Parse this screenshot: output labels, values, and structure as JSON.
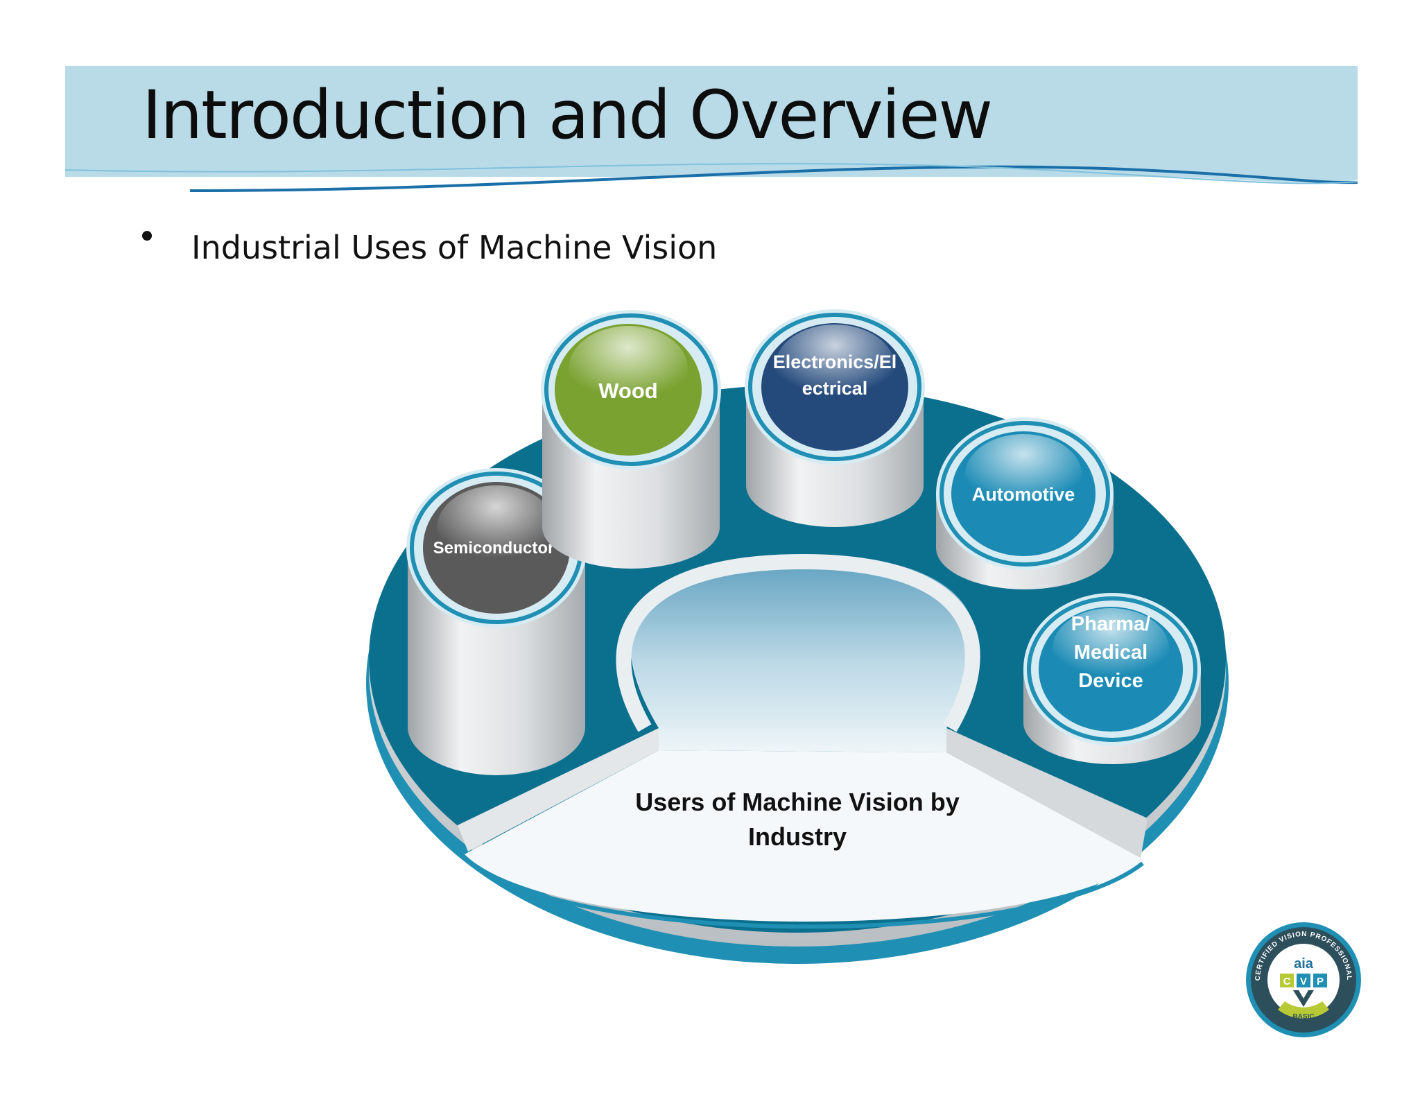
{
  "slide": {
    "title": "Introduction and Overview",
    "bullet": "Industrial Uses of Machine Vision"
  },
  "diagram": {
    "center_label": [
      "Users of Machine Vision by",
      "Industry"
    ],
    "pillars": [
      {
        "key": "semiconductor",
        "lines": [
          "Semiconductor"
        ],
        "color": "#5a5a5a"
      },
      {
        "key": "wood",
        "lines": [
          "Wood"
        ],
        "color": "#7aa230"
      },
      {
        "key": "electronics",
        "lines": [
          "Electronics/El",
          "ectrical"
        ],
        "color": "#244a7c"
      },
      {
        "key": "automotive",
        "lines": [
          "Automotive"
        ],
        "color": "#1b8bb5"
      },
      {
        "key": "pharma",
        "lines": [
          "Pharma/",
          "Medical",
          "Device"
        ],
        "color": "#1b8bb5"
      }
    ]
  },
  "logo": {
    "brand": "aia",
    "letters": [
      "C",
      "V",
      "P"
    ],
    "ring_text": "CERTIFIED VISION PROFESSIONAL",
    "level": "BASIC"
  },
  "colors": {
    "header_band": "#b9dbe8",
    "disk_teal": "#0b6f8e",
    "disk_edge": "#1f8fb4"
  }
}
